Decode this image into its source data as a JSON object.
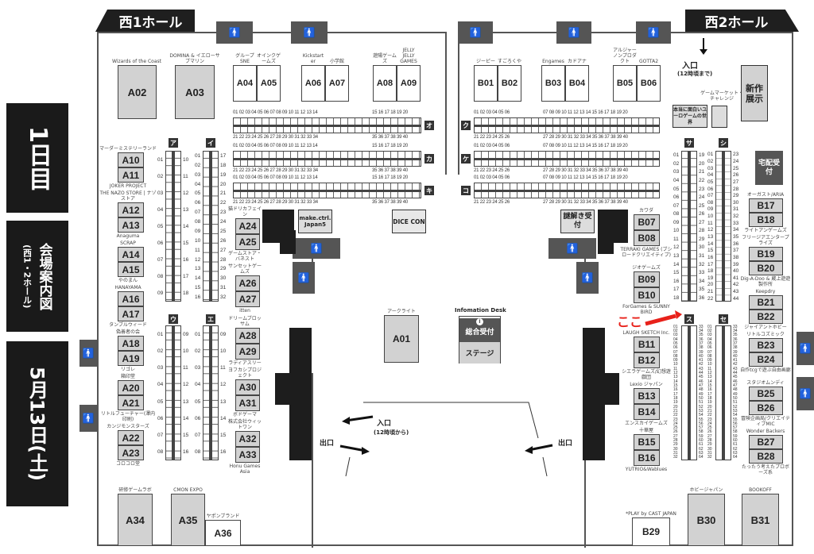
{
  "side_panel": {
    "day": "1日目",
    "venue": "(西1・2ホール)",
    "title": "会場案内図",
    "date": "5月13日(土)"
  },
  "halls": {
    "west1": "西1ホール",
    "west2": "西2ホール"
  },
  "entrance_top": {
    "label": "入口",
    "note": "(12時頃まで)"
  },
  "entrance_bottom": {
    "label": "入口",
    "note": "(12時頃から)"
  },
  "exit_label": "出口",
  "new_exhibit": "新作展示",
  "delivery": "宅配受付",
  "euro_game": "本当に面白いユーロゲームの世界",
  "challenge_label": "ゲームマーケット・チャレンジ",
  "make_ctrl": "make.ctrl. Japan5",
  "dice_con": "DICE CON",
  "nazotoki": "謎解き受付",
  "info_desk": {
    "title": "Infomation Desk",
    "icon": "info-icon",
    "reception": "総合受付",
    "stage": "ステージ"
  },
  "here_marker": {
    "text": "ここ",
    "color": "#e8211a"
  },
  "booths": {
    "A01": {
      "code": "A01",
      "name": "アークライト"
    },
    "A02": {
      "code": "A02",
      "name": "Wizards of the Coast"
    },
    "A03": {
      "code": "A03",
      "name": "DOMINA & イエローサブマリン"
    },
    "A04": {
      "code": "A04",
      "name": "グループSNE"
    },
    "A05": {
      "code": "A05",
      "name": "オインクゲームズ"
    },
    "A06": {
      "code": "A06",
      "name": "Kickstarter"
    },
    "A07": {
      "code": "A07",
      "name": "小学館"
    },
    "A08": {
      "code": "A08",
      "name": "遊陽ゲームズ"
    },
    "A09": {
      "code": "A09",
      "name": "JELLY JELLY GAMES"
    },
    "A10": {
      "code": "A10",
      "name": "マーダーミステリーランド"
    },
    "A11": {
      "code": "A11",
      "name": "JOKER PROJECT"
    },
    "A12": {
      "code": "A12",
      "name": "THE NAZO STORE | ナゾストア"
    },
    "A13": {
      "code": "A13",
      "name": "Anaguma"
    },
    "A14": {
      "code": "A14",
      "name": "SCRAP"
    },
    "A15": {
      "code": "A15",
      "name": "やのまん"
    },
    "A16": {
      "code": "A16",
      "name": "HANAYAMA"
    },
    "A17": {
      "code": "A17",
      "name": "タンブルウィード"
    },
    "A18": {
      "code": "A18",
      "name": "偽善者の会"
    },
    "A19": {
      "code": "A19",
      "name": "リゴレ"
    },
    "A20": {
      "code": "A20",
      "name": "箱印堂"
    },
    "A21": {
      "code": "A21",
      "name": "リトルフューチャー(澤内印刷)"
    },
    "A22": {
      "code": "A22",
      "name": "カンジモンスターズ"
    },
    "A23": {
      "code": "A23",
      "name": "コロコロ堂"
    },
    "A24": {
      "code": "A24",
      "name": "猫ドリカフェイン"
    },
    "A25": {
      "code": "A25",
      "name": "ゲームストア・バネスト"
    },
    "A26": {
      "code": "A26",
      "name": "サンセットゲームズ"
    },
    "A27": {
      "code": "A27",
      "name": "itten"
    },
    "A28": {
      "code": "A28",
      "name": "ドリームブロッサム"
    },
    "A29": {
      "code": "A29",
      "name": "ラディアスリー"
    },
    "A30": {
      "code": "A30",
      "name": "ヨフカシプロジェクト"
    },
    "A31": {
      "code": "A31",
      "name": "ボドゲーマ"
    },
    "A32": {
      "code": "A32",
      "name": "株式会社ウィットワン"
    },
    "A33": {
      "code": "A33",
      "name": "Honu Games Asia"
    },
    "A34": {
      "code": "A34",
      "name": "研修ゲームラボ"
    },
    "A35": {
      "code": "A35",
      "name": "CMON EXPO"
    },
    "A36": {
      "code": "A36",
      "name": "ヤポンブランド"
    },
    "B01": {
      "code": "B01",
      "name": "ジーピー"
    },
    "B02": {
      "code": "B02",
      "name": "すごろくや"
    },
    "B03": {
      "code": "B03",
      "name": "Engames"
    },
    "B04": {
      "code": "B04",
      "name": "カドアナ"
    },
    "B05": {
      "code": "B05",
      "name": "アルジャーノンプロダクト"
    },
    "B06": {
      "code": "B06",
      "name": "GOTTA2"
    },
    "B07": {
      "code": "B07",
      "name": "カワダ"
    },
    "B08": {
      "code": "B08",
      "name": "TERRAKI GAMES (ブシロードクリエイティブ)"
    },
    "B09": {
      "code": "B09",
      "name": "ジオゲームズ"
    },
    "B10": {
      "code": "B10",
      "name": "ForGames & SUNNY BIRD"
    },
    "B11": {
      "code": "B11",
      "name": "LAUGH SKETCH Inc."
    },
    "B12": {
      "code": "B12",
      "name": "シエラゲームズ/幻想遊戯団"
    },
    "B13": {
      "code": "B13",
      "name": "Lexio ジャパン"
    },
    "B14": {
      "code": "B14",
      "name": "エンスカイゲームズ"
    },
    "B15": {
      "code": "B15",
      "name": "十華屋"
    },
    "B16": {
      "code": "B16",
      "name": "YUTRIO&Wablues"
    },
    "B17": {
      "code": "B17",
      "name": "オーガスト/ARIA"
    },
    "B18": {
      "code": "B18",
      "name": "ライトアンゲームズ"
    },
    "B19": {
      "code": "B19",
      "name": "フリージアエンタープライズ"
    },
    "B20": {
      "code": "B20",
      "name": "Dig-A-Doo & 蔵上遊遊製作所"
    },
    "B21": {
      "code": "B21",
      "name": "Keepdry"
    },
    "B22": {
      "code": "B22",
      "name": "ジャイアントホビー"
    },
    "B23": {
      "code": "B23",
      "name": "リトルコズミック"
    },
    "B24": {
      "code": "B24",
      "name": "自作tcgで遊ぶ自由画廊"
    },
    "B25": {
      "code": "B25",
      "name": "スタジオムンディ"
    },
    "B26": {
      "code": "B26",
      "name": "冒険企画局/クリエイティブMIC"
    },
    "B27": {
      "code": "B27",
      "name": "Wonder Backers"
    },
    "B28": {
      "code": "B28",
      "name": "たったう考えたプロボーズ系"
    },
    "B29": {
      "code": "B29",
      "name": "*PLAY by CAST JAPAN"
    },
    "B30": {
      "code": "B30",
      "name": "ホビージャパン"
    },
    "B31": {
      "code": "B31",
      "name": "BOOKOFF"
    }
  },
  "columns": {
    "a": {
      "tag": "ア",
      "left": [
        1,
        9
      ],
      "right": [
        10,
        18
      ]
    },
    "i": {
      "tag": "イ",
      "left": [
        1,
        16
      ],
      "right": [
        17,
        32
      ]
    },
    "u": {
      "tag": "ウ",
      "left": [
        1,
        8
      ],
      "right": [
        9,
        16
      ]
    },
    "e": {
      "tag": "エ",
      "left": [
        1,
        8
      ],
      "right": [
        9,
        16
      ]
    },
    "sa": {
      "tag": "サ",
      "left": [
        1,
        18
      ],
      "right": [
        19,
        36
      ]
    },
    "shi": {
      "tag": "シ",
      "left": [
        1,
        22
      ],
      "right": [
        23,
        44
      ]
    },
    "su": {
      "tag": "ス",
      "left": [
        1,
        32
      ],
      "right": [
        33,
        64
      ]
    },
    "se": {
      "tag": "セ",
      "left": [
        1,
        32
      ],
      "right": [
        33,
        64
      ]
    }
  },
  "rows": {
    "o": {
      "tag": "オ",
      "top": [
        [
          1,
          14
        ],
        [
          15,
          20
        ]
      ],
      "bottom": [
        [
          21,
          34
        ],
        [
          35,
          40
        ]
      ]
    },
    "ka": {
      "tag": "カ",
      "top": [
        [
          1,
          14
        ],
        [
          15,
          20
        ]
      ],
      "bottom": [
        [
          21,
          34
        ],
        [
          35,
          40
        ]
      ]
    },
    "ki": {
      "tag": "キ",
      "top": [
        [
          1,
          14
        ],
        [
          15,
          20
        ]
      ],
      "bottom": [
        [
          21,
          34
        ],
        [
          35,
          40
        ]
      ]
    },
    "ku": {
      "tag": "ク",
      "top": [
        [
          1,
          6
        ],
        [
          7,
          20
        ]
      ],
      "bottom": [
        [
          21,
          26
        ],
        [
          27,
          40
        ]
      ]
    },
    "ke": {
      "tag": "ケ",
      "top": [
        [
          1,
          6
        ],
        [
          7,
          20
        ]
      ],
      "bottom": [
        [
          21,
          26
        ],
        [
          27,
          40
        ]
      ]
    },
    "ko": {
      "tag": "コ",
      "top": [
        [
          1,
          6
        ],
        [
          7,
          20
        ]
      ],
      "bottom": [
        [
          21,
          26
        ],
        [
          27,
          40
        ]
      ]
    }
  }
}
